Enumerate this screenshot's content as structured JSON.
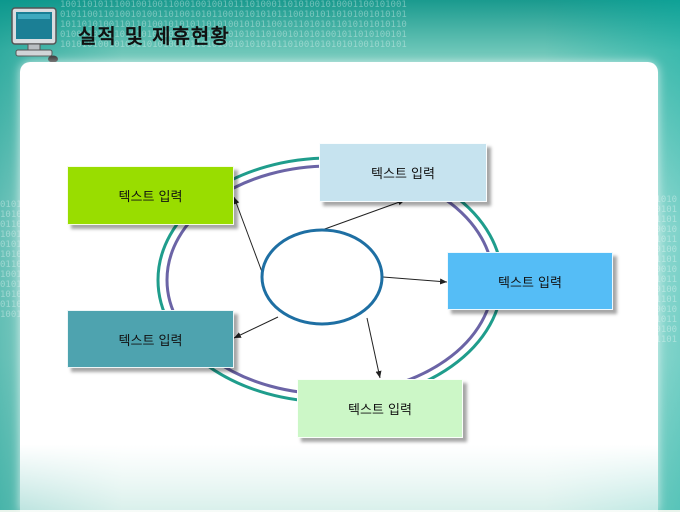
{
  "header": {
    "title": "실적 및 제휴현황"
  },
  "diagram": {
    "center": {
      "label": ""
    },
    "boxes": [
      {
        "id": "top-left",
        "label": "텍스트 입력",
        "color": "#99dd00"
      },
      {
        "id": "top-right",
        "label": "텍스트 입력",
        "color": "#c6e3ef"
      },
      {
        "id": "right",
        "label": "텍스트 입력",
        "color": "#55bdf6"
      },
      {
        "id": "left",
        "label": "텍스트 입력",
        "color": "#4ea3af"
      },
      {
        "id": "bottom",
        "label": "텍스트 입력",
        "color": "#ccf7c7"
      }
    ],
    "ring_colors": {
      "outer": "#1f9d8c",
      "inner": "#6b64a6",
      "center_stroke": "#1e6fa3"
    }
  },
  "decor": {
    "binary_top": "1001101011100100100110001001001011101000110101001010001100101001\n0101100110100101001101001010110010101010111001010110101001010101\n1011010100110110100101010110101001010110010110101011010101010110\n0100110100101010101101001101010010101101001010101001011010100101\n1010101001010011010100101101010010101010110100101010101001010101",
    "binary_left": "0101\n1010\n0110\n1001\n0101\n1010\n0110\n1001\n0101\n1010\n0110\n1001",
    "binary_right": "01010\n10101\n01101\n10010\n01011\n10100\n01101\n10010\n01011\n10100\n01101\n10010\n01011\n10100\n01101"
  }
}
